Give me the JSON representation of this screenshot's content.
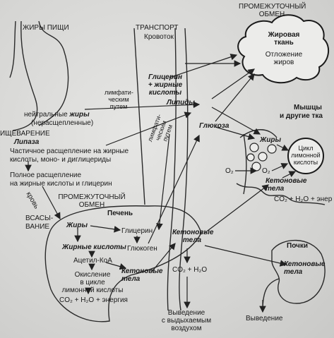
{
  "digestion": {
    "food_fats": "ЖИРЫ ПИЩИ",
    "neutral_fats_1": "нейтральные",
    "neutral_fats_2": "жиры",
    "undigested": "(нерасщепленные)",
    "digestion_title": "ИЩЕВАРЕНИЕ",
    "lipase": "Липаза",
    "partial_1": "Частичное расщепление на жирные",
    "partial_2": "кислоты, моно- и диглицериды",
    "full_1": "Полное расщепление",
    "full_2": "на жирные кислоты и глицерин",
    "absorption_1": "ВСАСЫ-",
    "absorption_2": "ВАНИЕ",
    "blood": "кровь"
  },
  "transport": {
    "title": "ТРАНСПОРТ",
    "bloodstream": "Кровоток",
    "glycerol_fa_1": "Глицерин",
    "glycerol_fa_2": "+ жирные",
    "glycerol_fa_3": "кислоты",
    "lymph_1_a": "лимфати-",
    "lymph_1_b": "ческим",
    "lymph_1_c": "путем",
    "lymph_2_a": "лимфати-",
    "lymph_2_b": "ческим",
    "lymph_2_c": "путем",
    "lipids": "Липиды",
    "glucose": "Глюкоза"
  },
  "intermediate_top": {
    "title_1": "ПРОМЕЖУТОЧНЫЙ",
    "title_2": "ОБМЕН",
    "adipose_1": "Жировая",
    "adipose_2": "ткань",
    "deposit_1": "Отложение",
    "deposit_2": "жиров"
  },
  "muscles": {
    "title_1": "Мышцы",
    "title_2": "и другие тка",
    "fats": "Жиры",
    "cycle_1": "Цикл",
    "cycle_2": "лимонной",
    "cycle_3": "кислоты",
    "o2_a": "O₂",
    "o2_b": "O₂",
    "ketone_1": "Кетоновые",
    "ketone_2": "тела",
    "products": "CO₂ + H₂O + энер"
  },
  "liver": {
    "title_1": "ПРОМЕЖУТОЧНЫЙ",
    "title_2": "ОБМЕН",
    "liver": "Печень",
    "fats": "Жиры",
    "glycerol": "Глицерин",
    "fatty_acids": "Жирные кислоты",
    "glycogen": "Глюкоген",
    "acetyl_coa": "Ацетил-КоА",
    "oxidation_1": "Окисление",
    "oxidation_2": "в цикле",
    "oxidation_3": "лимонной кислоты",
    "products": "CO₂ + H₂O + энергия",
    "ketone_1": "Кетоновые",
    "ketone_2": "тела"
  },
  "blood_ketone": {
    "ketone_1": "Кетоновые",
    "ketone_2": "тела",
    "products": "CO₂ + H₂O",
    "exhale_1": "Выведение",
    "exhale_2": "с выдыхаемым",
    "exhale_3": "воздухом"
  },
  "kidneys": {
    "title": "Почки",
    "ketone_1": "Кетоновые",
    "ketone_2": "тела",
    "excretion": "Выведение"
  }
}
